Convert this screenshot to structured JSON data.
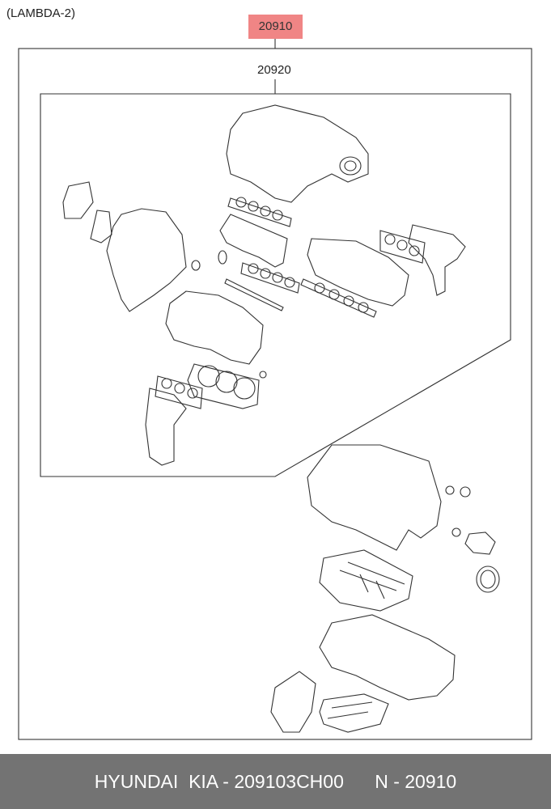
{
  "diagram": {
    "engine_label": "(LAMBDA-2)",
    "main_callout": "20910",
    "sub_callout": "20920",
    "accent_color": "#f08585"
  },
  "footer": {
    "part_text": "HYUNDAI  KIA - 209103CH00      N - 20910",
    "background_color": "#737373"
  }
}
